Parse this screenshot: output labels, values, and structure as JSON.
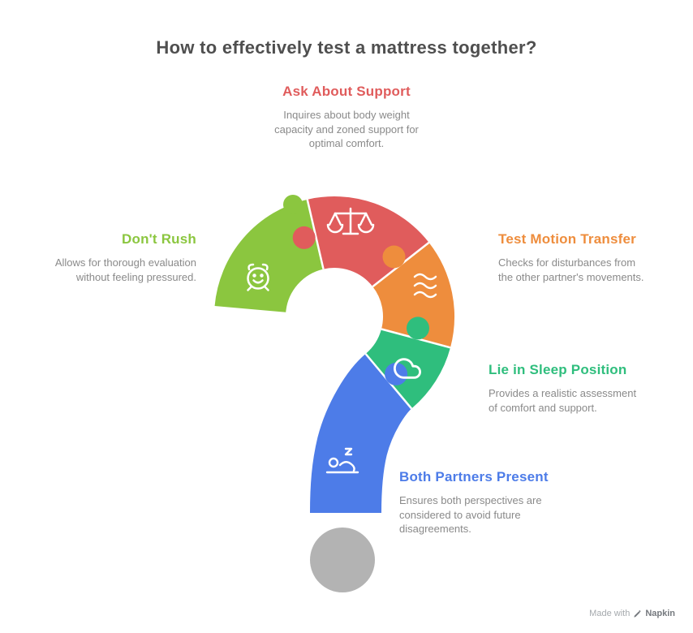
{
  "title": "How to effectively test a mattress together?",
  "steps": {
    "support": {
      "label": "Ask About Support",
      "description": "Inquires about body weight\ncapacity and zoned support for\noptimal comfort.",
      "color": "#e05c5c",
      "icon": "scales-icon"
    },
    "rush": {
      "label": "Don't Rush",
      "description": "Allows for thorough evaluation\nwithout feeling pressured.",
      "color": "#8bc63f",
      "icon": "alarm-clock-icon"
    },
    "motion": {
      "label": "Test Motion Transfer",
      "description": "Checks for disturbances from\nthe other partner's movements.",
      "color": "#ee8d3d",
      "icon": "waves-icon"
    },
    "position": {
      "label": "Lie in Sleep Position",
      "description": "Provides a realistic assessment\nof comfort and support.",
      "color": "#2fbe7d",
      "icon": "cloud-icon"
    },
    "partners": {
      "label": "Both Partners Present",
      "description": "Ensures both perspectives are\nconsidered to avoid future\ndisagreements.",
      "color": "#4d7ce8",
      "icon": "sleeping-person-icon"
    }
  },
  "question_mark": {
    "dot_color": "#b3b3b3"
  },
  "text_colors": {
    "title": "#4f4f4f",
    "description": "#8a8a8a"
  },
  "footer": {
    "made_with": "Made with",
    "brand": "Napkin"
  }
}
